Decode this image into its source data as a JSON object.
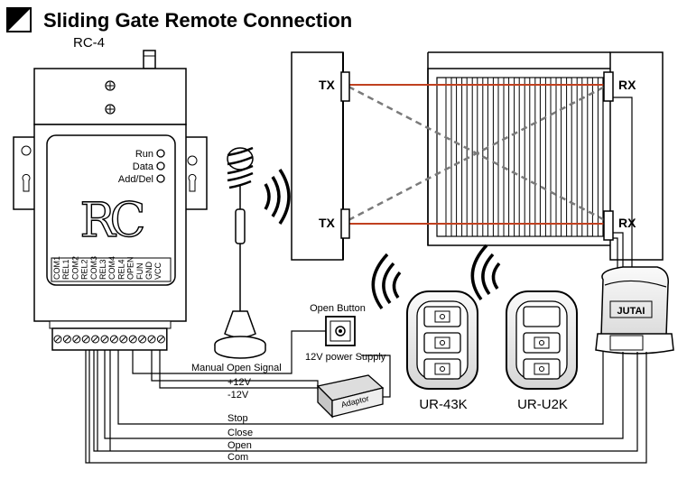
{
  "header": {
    "title": "Sliding Gate Remote Connection"
  },
  "controller": {
    "model": "RC-4",
    "logo": "RC",
    "leds": [
      "Run",
      "Data",
      "Add/Del"
    ],
    "terminals": [
      "COM1",
      "REL1",
      "COM2",
      "REL2",
      "COM3",
      "REL3",
      "COM4",
      "REL4",
      "OPEN",
      "FUN",
      "GND",
      "VCC"
    ]
  },
  "photocells": {
    "tx_label": "TX",
    "rx_label": "RX"
  },
  "open_button": {
    "label": "Open Button"
  },
  "power": {
    "supply_label": "12V power Supply",
    "adaptor_label": "Adaptor"
  },
  "receiver": {
    "brand": "JUTAI"
  },
  "remotes": [
    {
      "model": "UR-43K"
    },
    {
      "model": "UR-U2K"
    }
  ],
  "wires": {
    "manual_open": "Manual Open Signal",
    "plus12": "+12V",
    "minus12": "-12V",
    "stop": "Stop",
    "close": "Close",
    "open": "Open",
    "com": "Com"
  },
  "colors": {
    "beam": "#c0401f",
    "dashed_beam": "#7a7a7a",
    "line": "#000000"
  }
}
